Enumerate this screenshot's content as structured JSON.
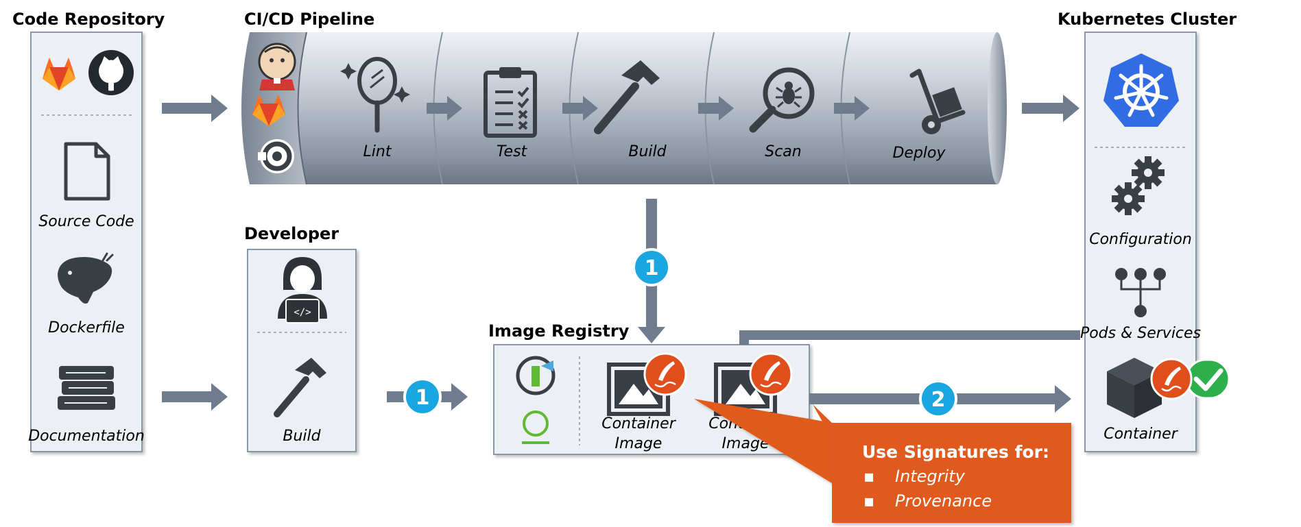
{
  "headers": {
    "code_repository": "Code Repository",
    "cicd_pipeline": "CI/CD Pipeline",
    "kubernetes_cluster": "Kubernetes Cluster",
    "developer": "Developer",
    "image_registry": "Image Registry"
  },
  "code_repository": {
    "items": [
      "Source Code",
      "Dockerfile",
      "Documentation"
    ]
  },
  "pipeline": {
    "stages": [
      "Lint",
      "Test",
      "Build",
      "Scan",
      "Deploy"
    ]
  },
  "developer": {
    "item": "Build"
  },
  "registry": {
    "images": [
      {
        "line1": "Container",
        "line2": "Image"
      },
      {
        "line1": "Container",
        "line2": "Image"
      }
    ]
  },
  "kubernetes": {
    "items": [
      "Configuration",
      "Pods & Services",
      "Container"
    ]
  },
  "steps": {
    "one": "1",
    "two": "2"
  },
  "callout": {
    "title": "Use Signatures for:",
    "items": [
      "Integrity",
      "Provenance"
    ],
    "bullet": "▪"
  },
  "colors": {
    "signature": "#e04e1b",
    "step_badge": "#1aa6e0",
    "check": "#2db04b",
    "kubernetes": "#326ce5"
  }
}
